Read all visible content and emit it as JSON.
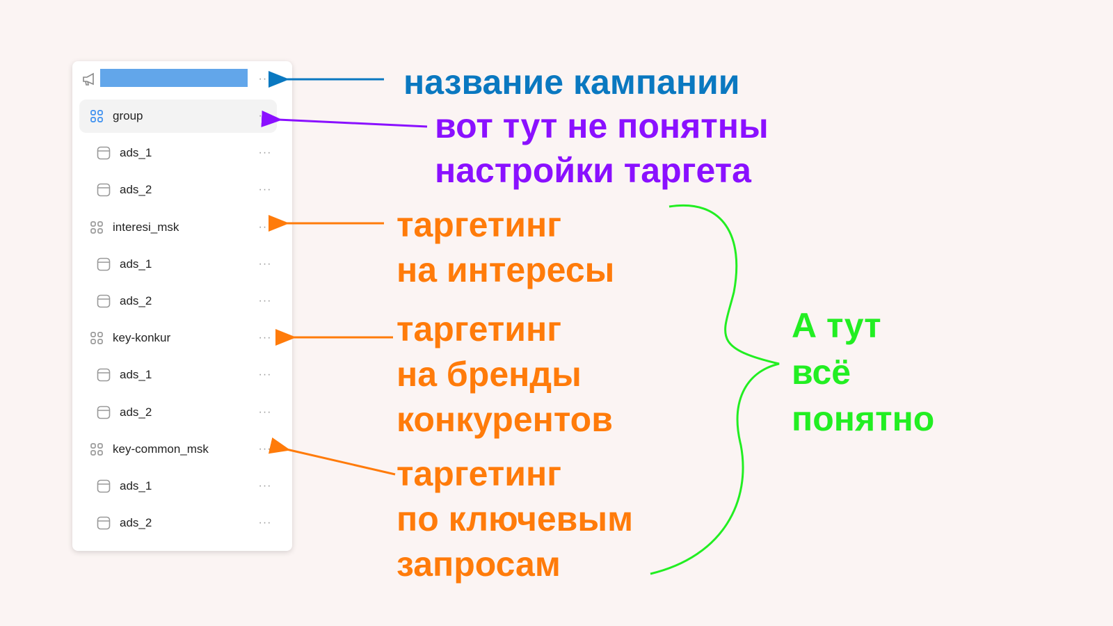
{
  "tree": {
    "campaign": {
      "name_redacted": true
    },
    "rows": [
      {
        "label": "group",
        "type": "group",
        "active": true
      },
      {
        "label": "ads_1",
        "type": "ad"
      },
      {
        "label": "ads_2",
        "type": "ad"
      },
      {
        "label": "interesi_msk",
        "type": "group"
      },
      {
        "label": "ads_1",
        "type": "ad"
      },
      {
        "label": "ads_2",
        "type": "ad"
      },
      {
        "label": "key-konkur",
        "type": "group"
      },
      {
        "label": "ads_1",
        "type": "ad"
      },
      {
        "label": "ads_2",
        "type": "ad"
      },
      {
        "label": "key-common_msk",
        "type": "group"
      },
      {
        "label": "ads_1",
        "type": "ad"
      },
      {
        "label": "ads_2",
        "type": "ad"
      }
    ],
    "more_label": "···"
  },
  "annotations": {
    "campaign_name": "название кампании",
    "unclear_1": "вот тут не понятны",
    "unclear_2": "настройки таргета",
    "interests_1": "таргетинг",
    "interests_2": "на интересы",
    "brands_1": "таргетинг",
    "brands_2": "на бренды",
    "brands_3": "конкурентов",
    "keywords_1": "таргетинг",
    "keywords_2": "по ключевым",
    "keywords_3": "запросам",
    "clear_1": "А тут",
    "clear_2": "всё",
    "clear_3": "понятно"
  },
  "colors": {
    "blue": "#0a78c0",
    "purple": "#8a10ff",
    "orange": "#ff7b0a",
    "green": "#22ee22",
    "accent": "#3b8ff0"
  }
}
